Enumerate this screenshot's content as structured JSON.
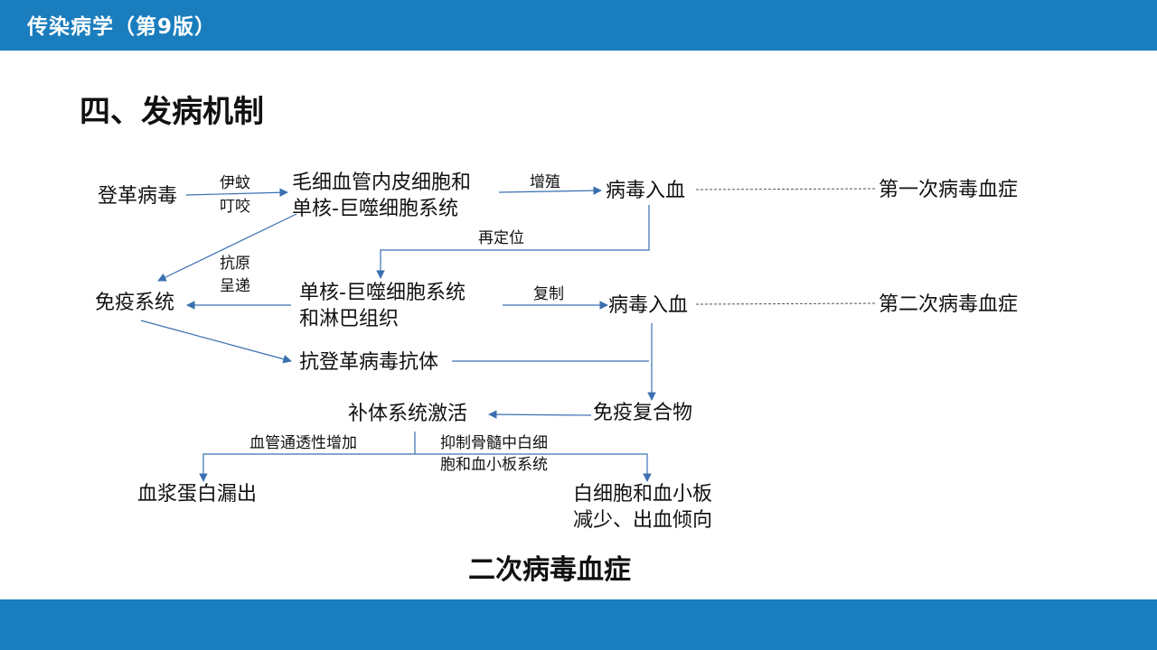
{
  "header": {
    "book_title": "传染病学（第9版）"
  },
  "slide": {
    "heading": "四、发病机制",
    "footer_title": "二次病毒血症"
  },
  "colors": {
    "bar": "#1a7dbd",
    "arrow": "#3a6fb0",
    "dashed": "#555555"
  },
  "diagram": {
    "nodes": {
      "dengue_virus": "登革病毒",
      "endothelial_1": "毛细血管内皮细胞和",
      "endothelial_2": "单核-巨噬细胞系统",
      "viremia_1": "病毒入血",
      "first_viremia": "第一次病毒血症",
      "immune_system": "免疫系统",
      "mono_1": "单核-巨噬细胞系统",
      "mono_2": "和淋巴组织",
      "viremia_2": "病毒入血",
      "second_viremia": "第二次病毒血症",
      "antibody": "抗登革病毒抗体",
      "complement": "补体系统激活",
      "immune_complex": "免疫复合物",
      "plasma_leak": "血浆蛋白漏出",
      "wbc_1": "白细胞和血小板",
      "wbc_2": "减少、出血倾向"
    },
    "edge_labels": {
      "mosquito_1": "伊蚊",
      "mosquito_2": "叮咬",
      "proliferate": "增殖",
      "relocate": "再定位",
      "antigen_1": "抗原",
      "antigen_2": "呈递",
      "replicate": "复制",
      "permeability": "血管通透性增加",
      "suppress_1": "抑制骨髓中白细",
      "suppress_2": "胞和血小板系统"
    }
  }
}
